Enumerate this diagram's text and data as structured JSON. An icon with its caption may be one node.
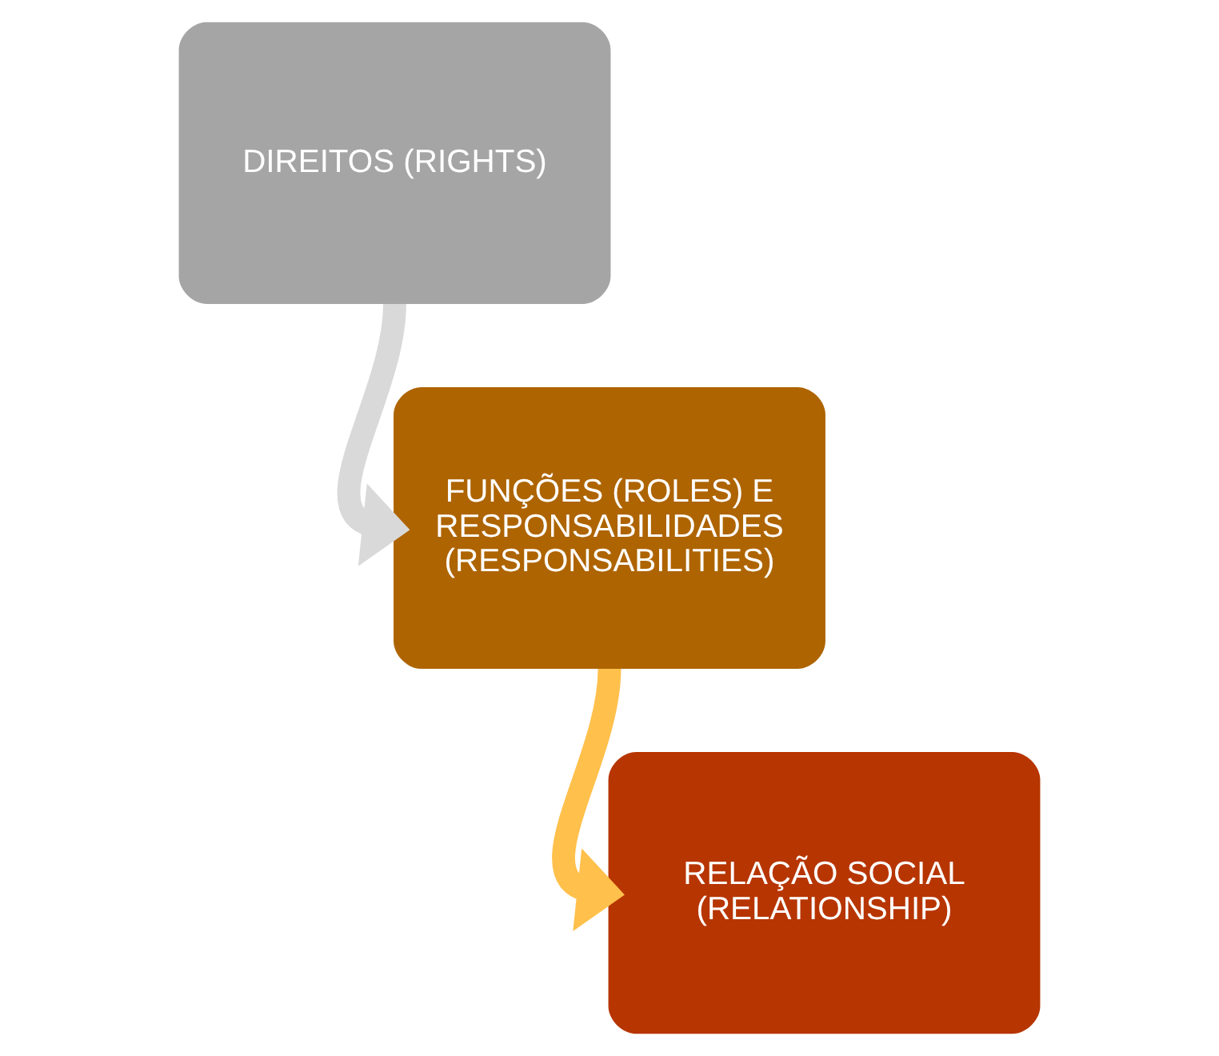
{
  "diagram": {
    "nodes": [
      {
        "text": [
          "DIREITOS (RIGHTS)"
        ]
      },
      {
        "text": [
          "FUNÇÕES (ROLES) E RESPONSABILIDADES (RESPONSABILITIES)"
        ]
      },
      {
        "text": [
          "RELAÇÃO SOCIAL (RELATIONSHIP)"
        ]
      }
    ],
    "edges": [
      {
        "from": 0,
        "to": 1,
        "arrow": "to",
        "color": "#d9d9d9"
      },
      {
        "from": 1,
        "to": 2,
        "arrow": "to",
        "color": "#ffc04c"
      }
    ]
  }
}
